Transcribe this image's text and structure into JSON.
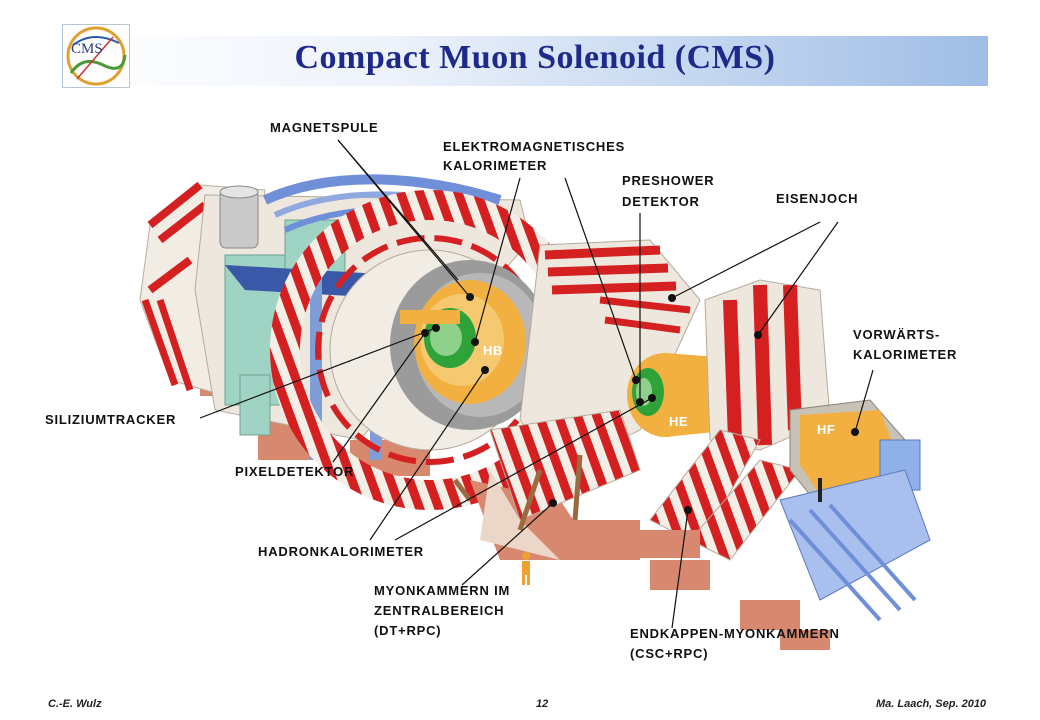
{
  "header": {
    "title": "Compact Muon Solenoid (CMS)",
    "logo_text": "CMS"
  },
  "labels": {
    "magnetspule": "MAGNETSPULE",
    "ecal_line1": "ELEKTROMAGNETISCHES",
    "ecal_line2": "KALORIMETER",
    "preshower_line1": "PRESHOWER",
    "preshower_line2": "DETEKTOR",
    "eisenjoch": "EISENJOCH",
    "vorwaerts_line1": "VORWÄRTS-",
    "vorwaerts_line2": "KALORIMETER",
    "siliziumtracker": "SILIZIUMTRACKER",
    "pixeldetektor": "PIXELDETEKTOR",
    "hadronkalorimeter": "HADRONKALORIMETER",
    "myon_central_line1": "MYONKAMMERN IM",
    "myon_central_line2": "ZENTRALBEREICH",
    "myon_central_line3": "(DT+RPC)",
    "myon_endcap_line1": "ENDKAPPEN-MYONKAMMERN",
    "myon_endcap_line2": "(CSC+RPC)"
  },
  "tags": {
    "hb": "HB",
    "he": "HE",
    "hf": "HF"
  },
  "footer": {
    "author": "C.-E. Wulz",
    "page": "12",
    "event": "Ma. Laach, Sep. 2010"
  },
  "colors": {
    "title": "#1d2a8a",
    "return_yoke_red": "#d42020",
    "calorimeter_orange": "#f2b040",
    "tracker_green": "#2fa33a",
    "structure_blue": "#6f8fd8"
  }
}
